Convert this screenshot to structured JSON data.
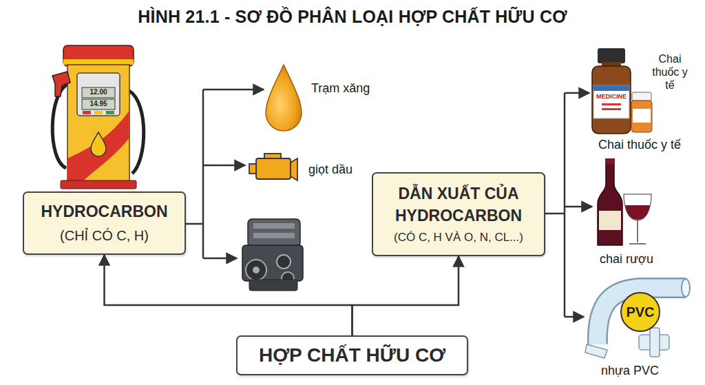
{
  "diagram": {
    "title": "HÌNH 21.1 - SƠ ĐỒ PHÂN LOẠI HỢP CHẤT HỮU CƠ",
    "nodes": [
      {
        "text": [
          "HYDROCARBON",
          "(CHỈ CÓ C, H)"
        ]
      },
      {
        "text": [
          "DẪN XUẤT CỦA HYDROCARBON",
          "(CÓ C, H VÀ O, N, CL...)"
        ]
      },
      {
        "text": [
          "HỢP CHẤT HỮU CƠ"
        ]
      }
    ],
    "edges": [
      {
        "from": 2,
        "to": 0,
        "arrow": "to"
      },
      {
        "from": 2,
        "to": 1,
        "arrow": "to"
      }
    ],
    "labels": [
      "12.00",
      "14.95",
      "Trạm xăng",
      "giọt dầu",
      "MEDICINE",
      "Chai thuốc y tế",
      "Chai thuốc y tế",
      "chai rượu",
      "PVC",
      "nhựa PVC"
    ]
  }
}
